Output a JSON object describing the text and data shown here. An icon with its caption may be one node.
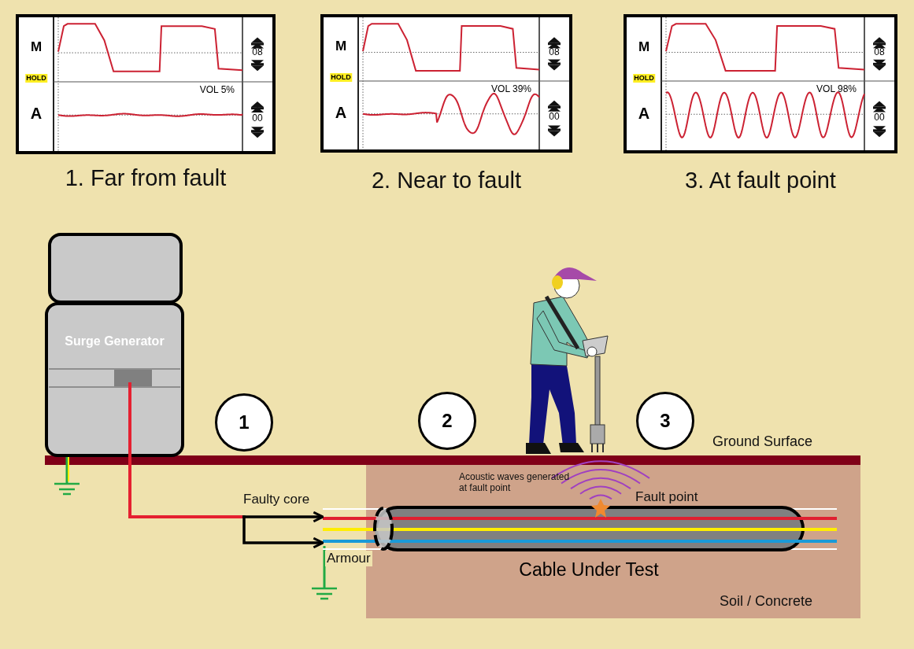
{
  "diagram": {
    "nodes": [
      {
        "text": [
          "M",
          "08",
          "HOLD",
          "VOL 5%",
          "A",
          "00"
        ],
        "beside": [
          "1. Far from fault"
        ]
      },
      {
        "text": [
          "M",
          "08",
          "HOLD",
          "VOL 39%",
          "A",
          "00"
        ],
        "beside": [
          "2. Near to fault"
        ]
      },
      {
        "text": [
          "M",
          "08",
          "HOLD",
          "VOL 98%",
          "A",
          "00"
        ],
        "beside": [
          "3. At fault point"
        ]
      },
      {
        "text": [
          "Surge Generator"
        ]
      },
      {
        "text": [
          "1"
        ]
      },
      {
        "text": [
          "2"
        ]
      },
      {
        "text": [
          "3"
        ]
      },
      {
        "text": [],
        "shape": "person"
      },
      {
        "text": [
          "Cable Under Test"
        ]
      }
    ],
    "edges": [
      {
        "from": 3,
        "to": 8,
        "arrow": "to",
        "label": "Faulty core"
      },
      {
        "from": 3,
        "to": 8,
        "arrow": "to",
        "label": "Armour"
      }
    ],
    "labels": [
      "Ground Surface",
      "Acoustic waves generated at fault point",
      "Fault point",
      "Soil / Concrete"
    ]
  }
}
